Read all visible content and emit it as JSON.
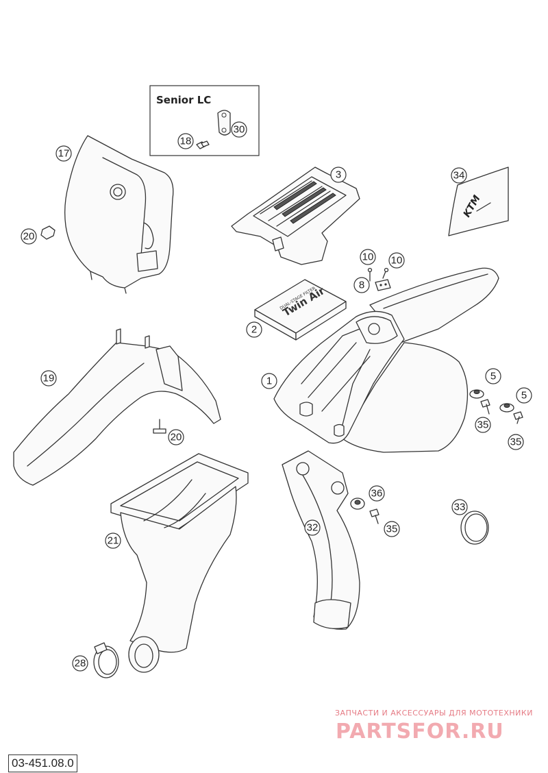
{
  "inset_box": {
    "title": "Senior LC"
  },
  "filter_label": {
    "brand": "Twin Air",
    "subtitle": "DUAL-STAGE FILTER"
  },
  "sticker_logo": "KTM",
  "callouts": [
    "1",
    "2",
    "3",
    "5",
    "5",
    "8",
    "10",
    "10",
    "17",
    "18",
    "19",
    "20",
    "20",
    "21",
    "28",
    "30",
    "32",
    "33",
    "34",
    "35",
    "35",
    "35",
    "36"
  ],
  "watermark": {
    "tagline": "ЗАПЧАСТИ И АКСЕССУАРЫ ДЛЯ МОТОТЕХНИКИ",
    "brand": "PARTSFOR.RU"
  },
  "reference_code": "03-451.08.0"
}
